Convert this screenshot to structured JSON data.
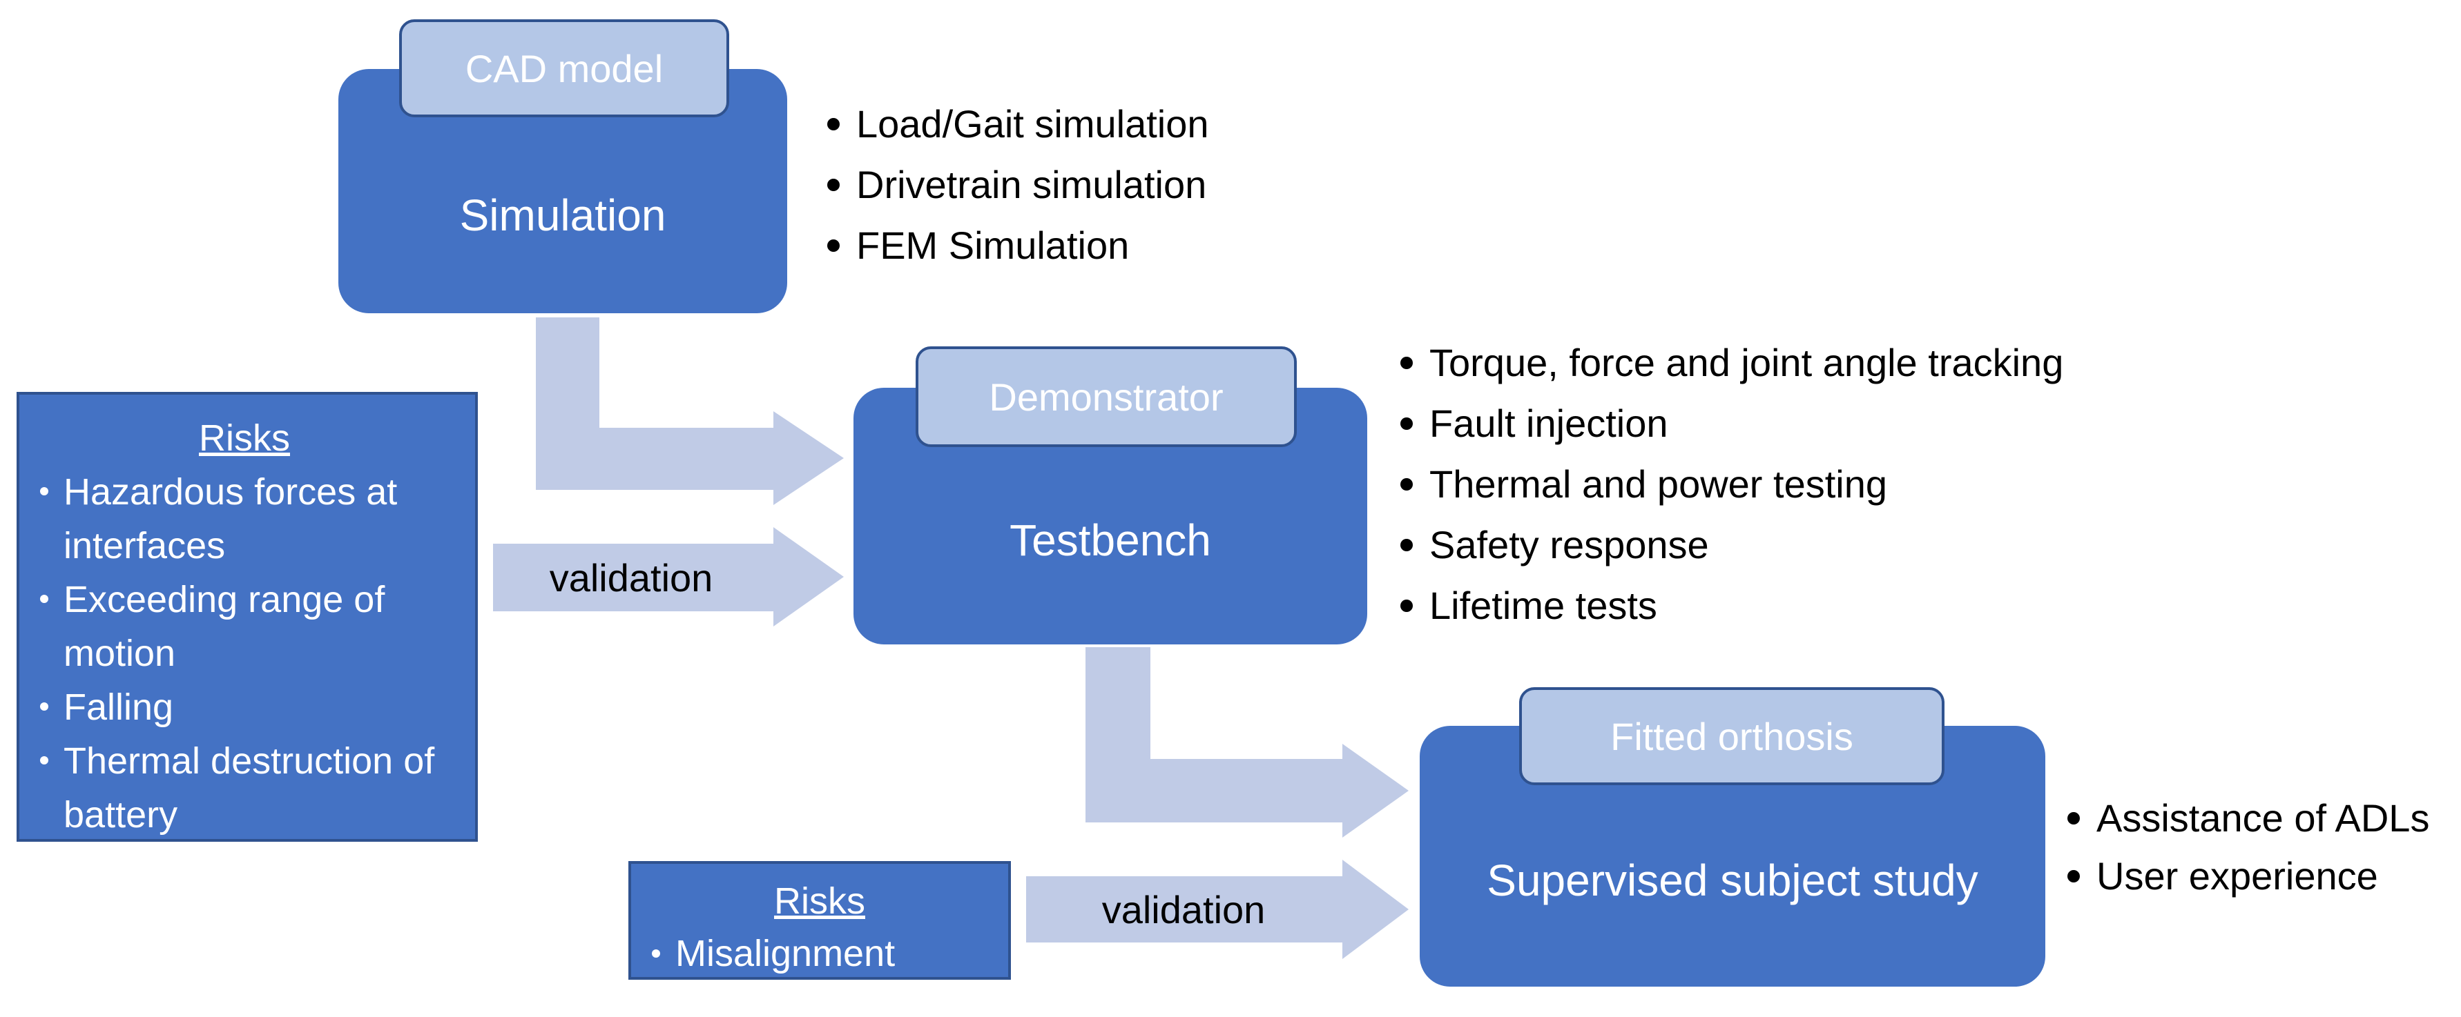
{
  "colors": {
    "stage_fill": "#4472c4",
    "tag_fill": "#b4c7e7",
    "border": "#2f528f",
    "arrow_fill": "#c0cbe6",
    "text_light": "#ffffff",
    "text_dark": "#000000"
  },
  "stages": {
    "simulation": {
      "tag": "CAD model",
      "title": "Simulation",
      "bullets": [
        "Load/Gait simulation",
        "Drivetrain simulation",
        "FEM Simulation"
      ]
    },
    "testbench": {
      "tag": "Demonstrator",
      "title": "Testbench",
      "bullets": [
        "Torque, force and joint angle tracking",
        "Fault injection",
        "Thermal and power testing",
        "Safety response",
        "Lifetime tests"
      ]
    },
    "subject_study": {
      "tag": "Fitted orthosis",
      "title": "Supervised subject study",
      "bullets": [
        "Assistance of ADLs",
        "User experience"
      ]
    }
  },
  "risks_testbench": {
    "heading": "Risks",
    "items": [
      "Hazardous forces at interfaces",
      "Exceeding range of motion",
      "Falling",
      "Thermal destruction of battery"
    ]
  },
  "risks_subject": {
    "heading": "Risks",
    "items": [
      "Misalignment"
    ]
  },
  "validation_labels": {
    "testbench": "validation",
    "subject": "validation"
  }
}
